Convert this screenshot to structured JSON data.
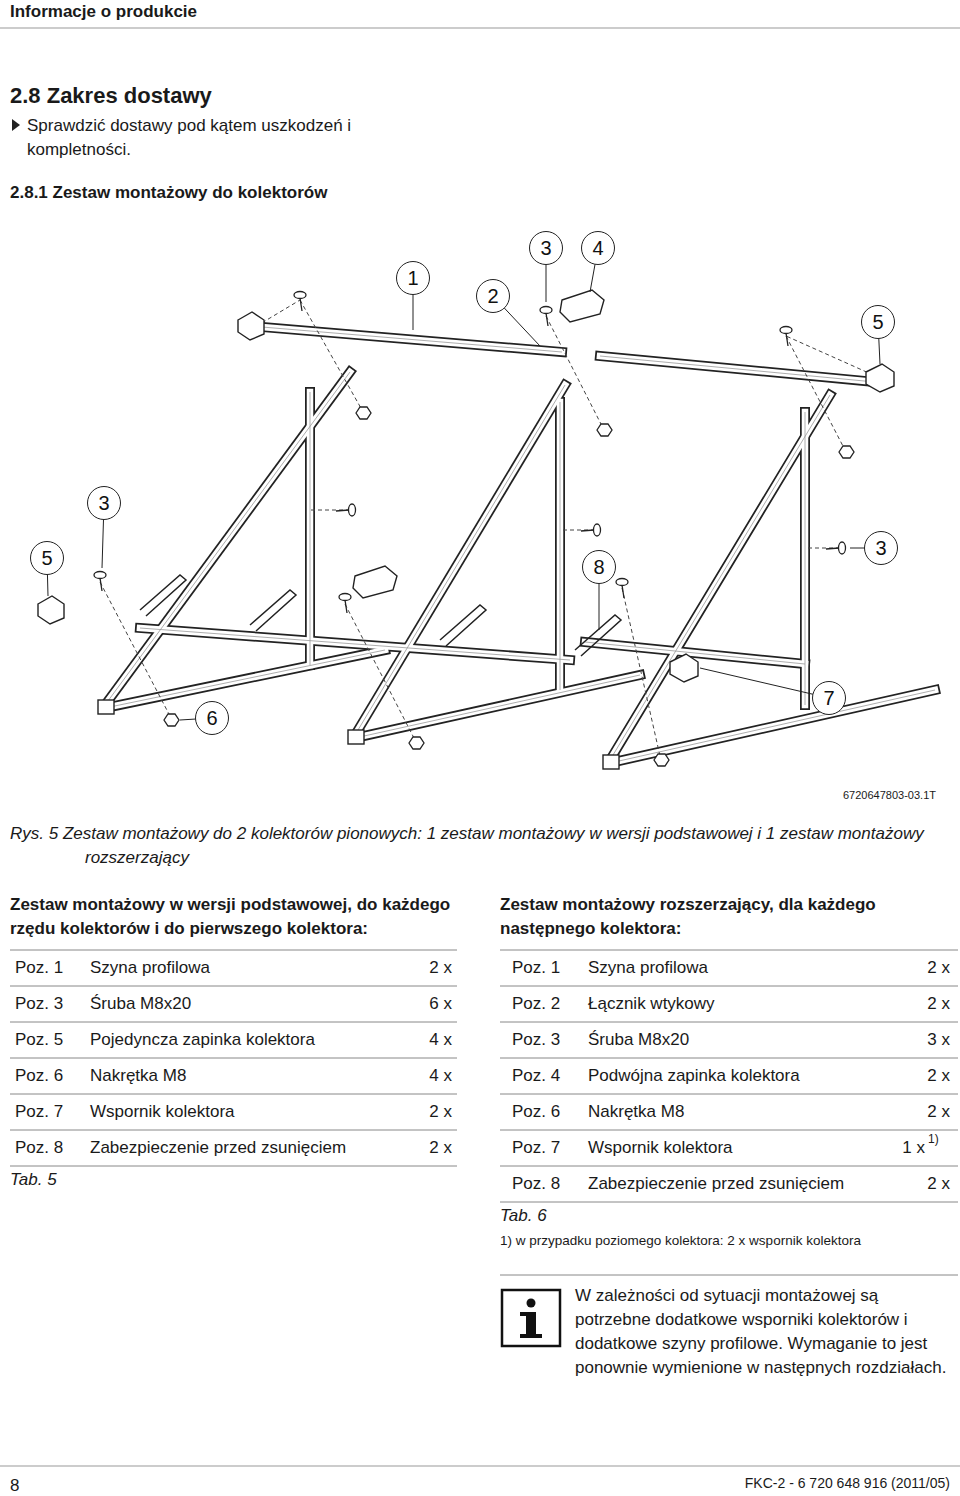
{
  "diagram": {
    "title": "2.8 Zakres dostawy",
    "caption": "Rys. 5 Zestaw montażowy do 2 kolektorów pionowych: 1 zestaw montażowy w wersji podstawowej i 1 zestaw montażowy rozszerzający",
    "nodes": [
      {
        "text": [
          "3"
        ]
      },
      {
        "text": [
          "4"
        ]
      },
      {
        "text": [
          "1"
        ]
      },
      {
        "text": [
          "2"
        ]
      },
      {
        "text": [
          "5"
        ]
      },
      {
        "text": [
          "3"
        ]
      },
      {
        "text": [
          "3"
        ]
      },
      {
        "text": [
          "5"
        ]
      },
      {
        "text": [
          "8"
        ]
      },
      {
        "text": [
          "7"
        ]
      },
      {
        "text": [
          "6"
        ]
      }
    ],
    "labels": [
      "Informacje o produkcie",
      "Sprawdzić dostawy pod kątem uszkodzeń i kompletności.",
      "2.8.1 Zestaw montażowy do kolektorów",
      "6720647803-03.1T",
      "Zestaw montażowy w wersji podstawowej, do każdego rzędu kolektorów i do pierwszego kolektora:",
      "Poz. 1",
      "Szyna profilowa",
      "2 x",
      "Poz. 3",
      "Śruba M8x20",
      "6 x",
      "Poz. 5",
      "Pojedyncza zapinka kolektora",
      "4 x",
      "Poz. 6",
      "Nakrętka M8",
      "4 x",
      "Poz. 7",
      "Wspornik kolektora",
      "2 x",
      "Poz. 8",
      "Zabezpieczenie przed zsunięciem",
      "2 x",
      "Tab. 5",
      "Zestaw montażowy rozszerzający, dla każdego następnego kolektora:",
      "Poz. 1",
      "Szyna profilowa",
      "2 x",
      "Poz. 2",
      "Łącznik wtykowy",
      "2 x",
      "Poz. 3",
      "Śruba M8x20",
      "3 x",
      "Poz. 4",
      "Podwójna zapinka kolektora",
      "2 x",
      "Poz. 6",
      "Nakrętka M8",
      "2 x",
      "Poz. 7",
      "Wspornik kolektora",
      "1 x",
      "Poz. 8",
      "Zabezpieczenie przed zsunięciem",
      "2 x",
      "1)",
      "Tab. 6",
      "1) w przypadku poziomego kolektora: 2 x wspornik kolektora",
      "W zależności od sytuacji montażowej są potrzebne dodatkowe wsporniki kolektorów i dodatkowe szyny profilowe. Wymaganie to jest ponownie wymienione w następnych rozdziałach.",
      "8",
      "FKC-2 - 6 720 648 916 (2011/05)"
    ]
  }
}
